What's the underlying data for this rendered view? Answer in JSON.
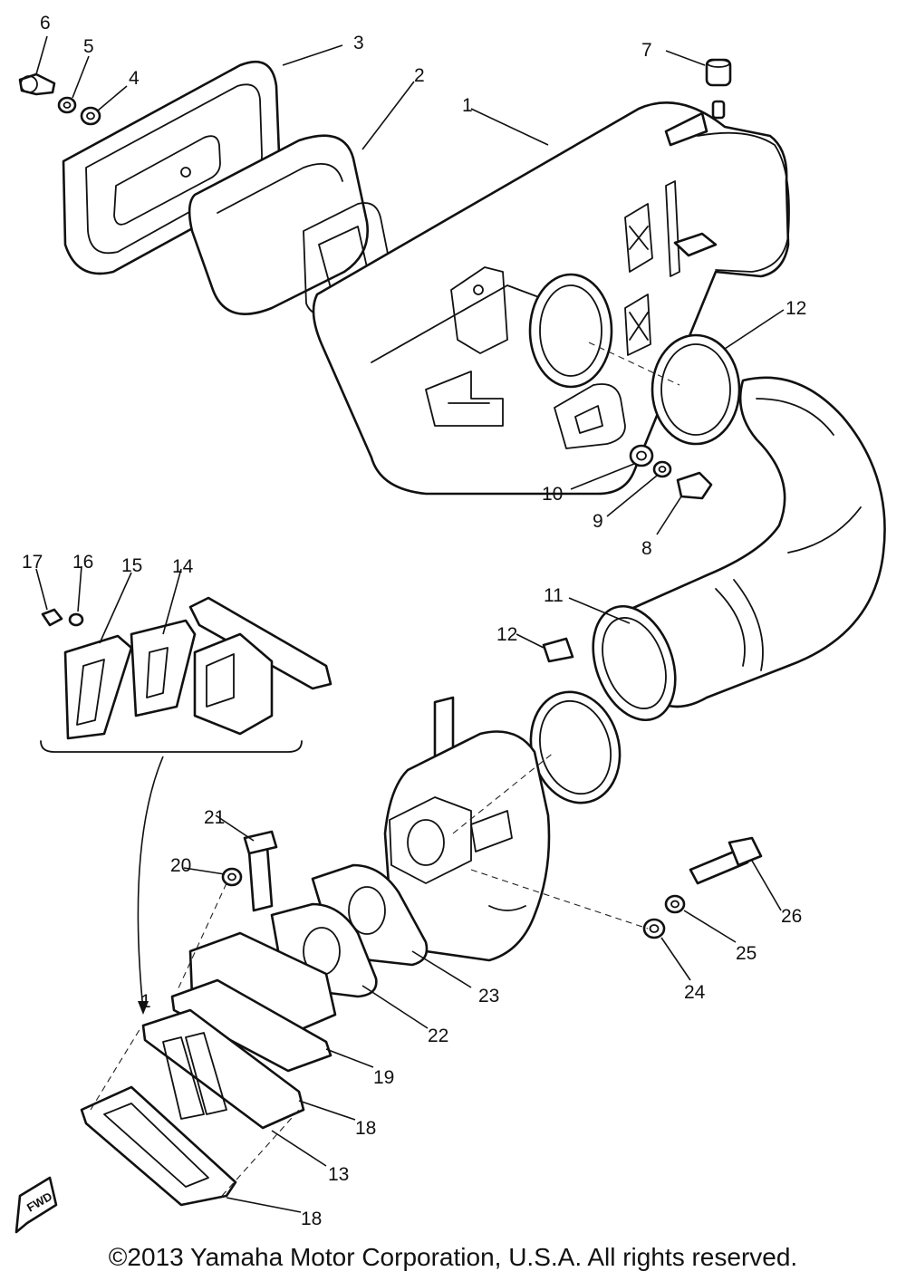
{
  "callouts": {
    "c1": "1",
    "c2": "2",
    "c3": "3",
    "c4": "4",
    "c5": "5",
    "c6": "6",
    "c7": "7",
    "c8": "8",
    "c9": "9",
    "c10": "10",
    "c11": "11",
    "c12a": "12",
    "c12b": "12",
    "c13": "13",
    "c14": "14",
    "c15": "15",
    "c16": "16",
    "c17": "17",
    "c18a": "18",
    "c18b": "18",
    "c19": "19",
    "c20": "20",
    "c21": "21",
    "c22": "22",
    "c23": "23",
    "c24": "24",
    "c25": "25",
    "c26": "26"
  },
  "inner_marker": "1",
  "fwd_label": "FWD",
  "copyright": "©2013 Yamaha Motor Corporation, U.S.A. All rights reserved."
}
